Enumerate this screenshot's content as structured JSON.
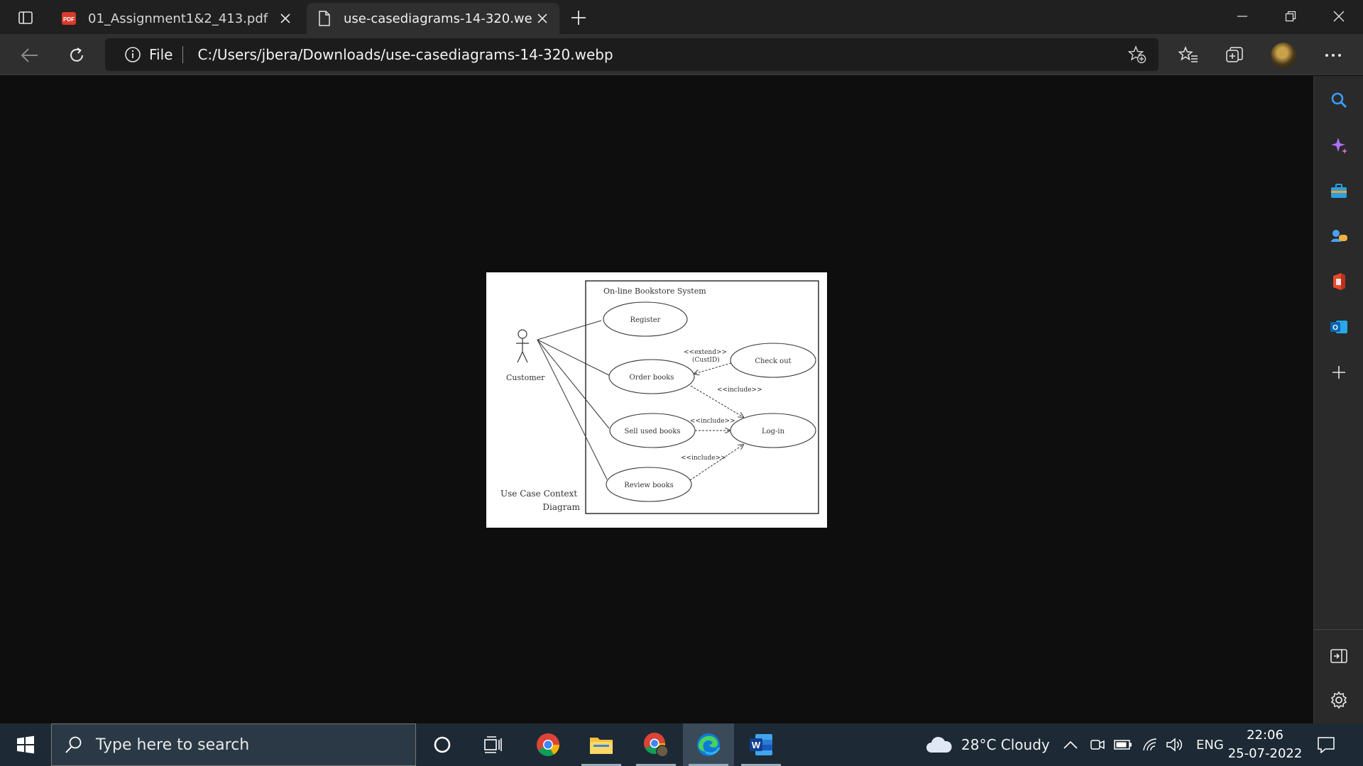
{
  "browser": {
    "tabs": [
      {
        "label": "01_Assignment1&2_413.pdf",
        "icon": "pdf-icon"
      },
      {
        "label": "use-casediagrams-14-320.webp",
        "icon": "file-icon",
        "active": true
      }
    ],
    "address": {
      "scheme": "File",
      "url": "C:/Users/jbera/Downloads/use-casediagrams-14-320.webp"
    }
  },
  "diagram": {
    "system_title": "On-line Bookstore System",
    "actor": "Customer",
    "use_cases": {
      "register": "Register",
      "order_books": "Order books",
      "check_out": "Check out",
      "sell_used_books": "Sell used books",
      "log_in": "Log-in",
      "review_books": "Review books"
    },
    "relations": {
      "extend": "<<extend>>",
      "extend_point": "(CustID)",
      "include_order": "<<include>>",
      "include_sell": "<<include>>",
      "include_review": "<<include>>"
    },
    "caption_line1": "Use Case Context",
    "caption_line2": "Diagram"
  },
  "taskbar": {
    "search_placeholder": "Type here to search",
    "weather": "28°C  Cloudy",
    "language": "ENG",
    "time": "22:06",
    "date": "25-07-2022"
  },
  "colors": {
    "browser_bg": "#202020",
    "active_tab": "#2f2f2f",
    "taskbar": "#1d2a35",
    "accent_blue": "#3b9cff"
  }
}
